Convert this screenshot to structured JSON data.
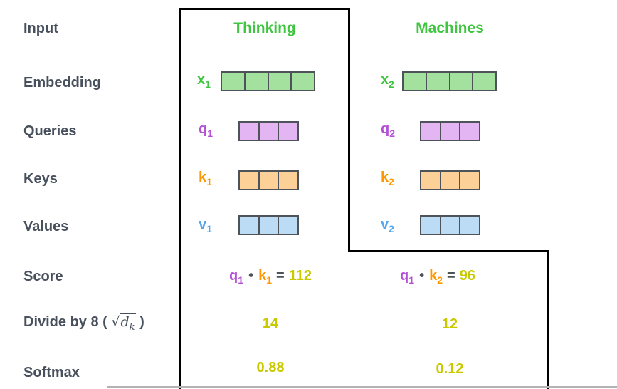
{
  "row_labels": {
    "input": "Input",
    "embedding": "Embedding",
    "queries": "Queries",
    "keys": "Keys",
    "values": "Values",
    "score": "Score",
    "divide_prefix": "Divide by 8 (",
    "divide_radicand": "d",
    "divide_radicand_sub": "k",
    "divide_suffix": ")",
    "softmax": "Softmax"
  },
  "columns": [
    {
      "header": "Thinking",
      "vectors": [
        {
          "symbol": "x",
          "sub": "1",
          "cells": 4,
          "type": "embedding"
        },
        {
          "symbol": "q",
          "sub": "1",
          "cells": 3,
          "type": "query"
        },
        {
          "symbol": "k",
          "sub": "1",
          "cells": 3,
          "type": "key"
        },
        {
          "symbol": "v",
          "sub": "1",
          "cells": 3,
          "type": "value"
        }
      ],
      "score": {
        "q_symbol": "q",
        "q_sub": "1",
        "dot": "•",
        "k_symbol": "k",
        "k_sub": "1",
        "equals": "=",
        "value": "112"
      },
      "divided_value": "14",
      "softmax_value": "0.88"
    },
    {
      "header": "Machines",
      "vectors": [
        {
          "symbol": "x",
          "sub": "2",
          "cells": 4,
          "type": "embedding"
        },
        {
          "symbol": "q",
          "sub": "2",
          "cells": 3,
          "type": "query"
        },
        {
          "symbol": "k",
          "sub": "2",
          "cells": 3,
          "type": "key"
        },
        {
          "symbol": "v",
          "sub": "2",
          "cells": 3,
          "type": "value"
        }
      ],
      "score": {
        "q_symbol": "q",
        "q_sub": "1",
        "dot": "•",
        "k_symbol": "k",
        "k_sub": "2",
        "equals": "=",
        "value": "96"
      },
      "divided_value": "12",
      "softmax_value": "0.12"
    }
  ],
  "colors": {
    "header_green": "#3fc53f",
    "query_purple": "#b44fd6",
    "key_orange": "#ff9800",
    "value_blue": "#52a8f0",
    "embedding_fill": "#a5e19e",
    "query_fill": "#e3b6f3",
    "key_fill": "#fcd096",
    "value_fill": "#bcdbf5",
    "cell_border": "#4d5358",
    "label_gray": "#47505c",
    "score_yellow": "#c9c900",
    "box_black": "#000000"
  }
}
